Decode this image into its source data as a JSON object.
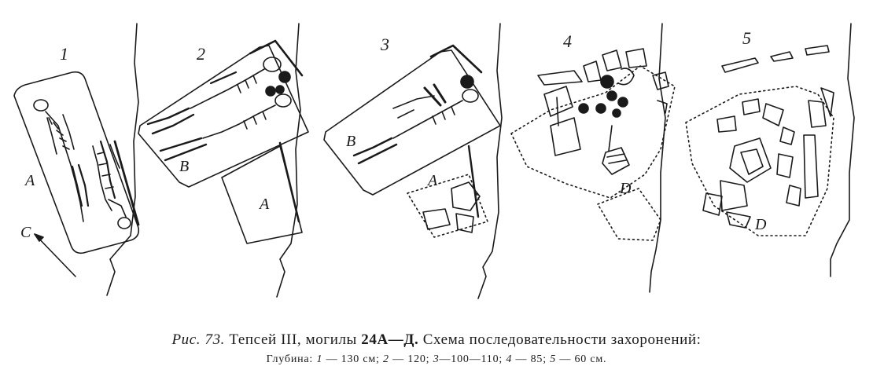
{
  "figure": {
    "panels": [
      {
        "number": "1",
        "labels": [
          "A",
          "C"
        ]
      },
      {
        "number": "2",
        "labels": [
          "B",
          "A"
        ]
      },
      {
        "number": "3",
        "labels": [
          "B",
          "A"
        ]
      },
      {
        "number": "4",
        "labels": [
          "D"
        ]
      },
      {
        "number": "5",
        "labels": [
          "D"
        ]
      }
    ]
  },
  "caption": {
    "fig_ref": "Рис. 73.",
    "site": "Тепсей III, могилы",
    "graves": "24А—Д.",
    "rest": "Схема последовательности захоронений:",
    "depth_label": "Глубина:",
    "d1_num": "1",
    "d1_val": "— 130 см;",
    "d2_num": "2",
    "d2_val": "— 120;",
    "d3_num": "3",
    "d3_val": "—100—110;",
    "d4_num": "4",
    "d4_val": "— 85;",
    "d5_num": "5",
    "d5_val": "— 60 см."
  }
}
